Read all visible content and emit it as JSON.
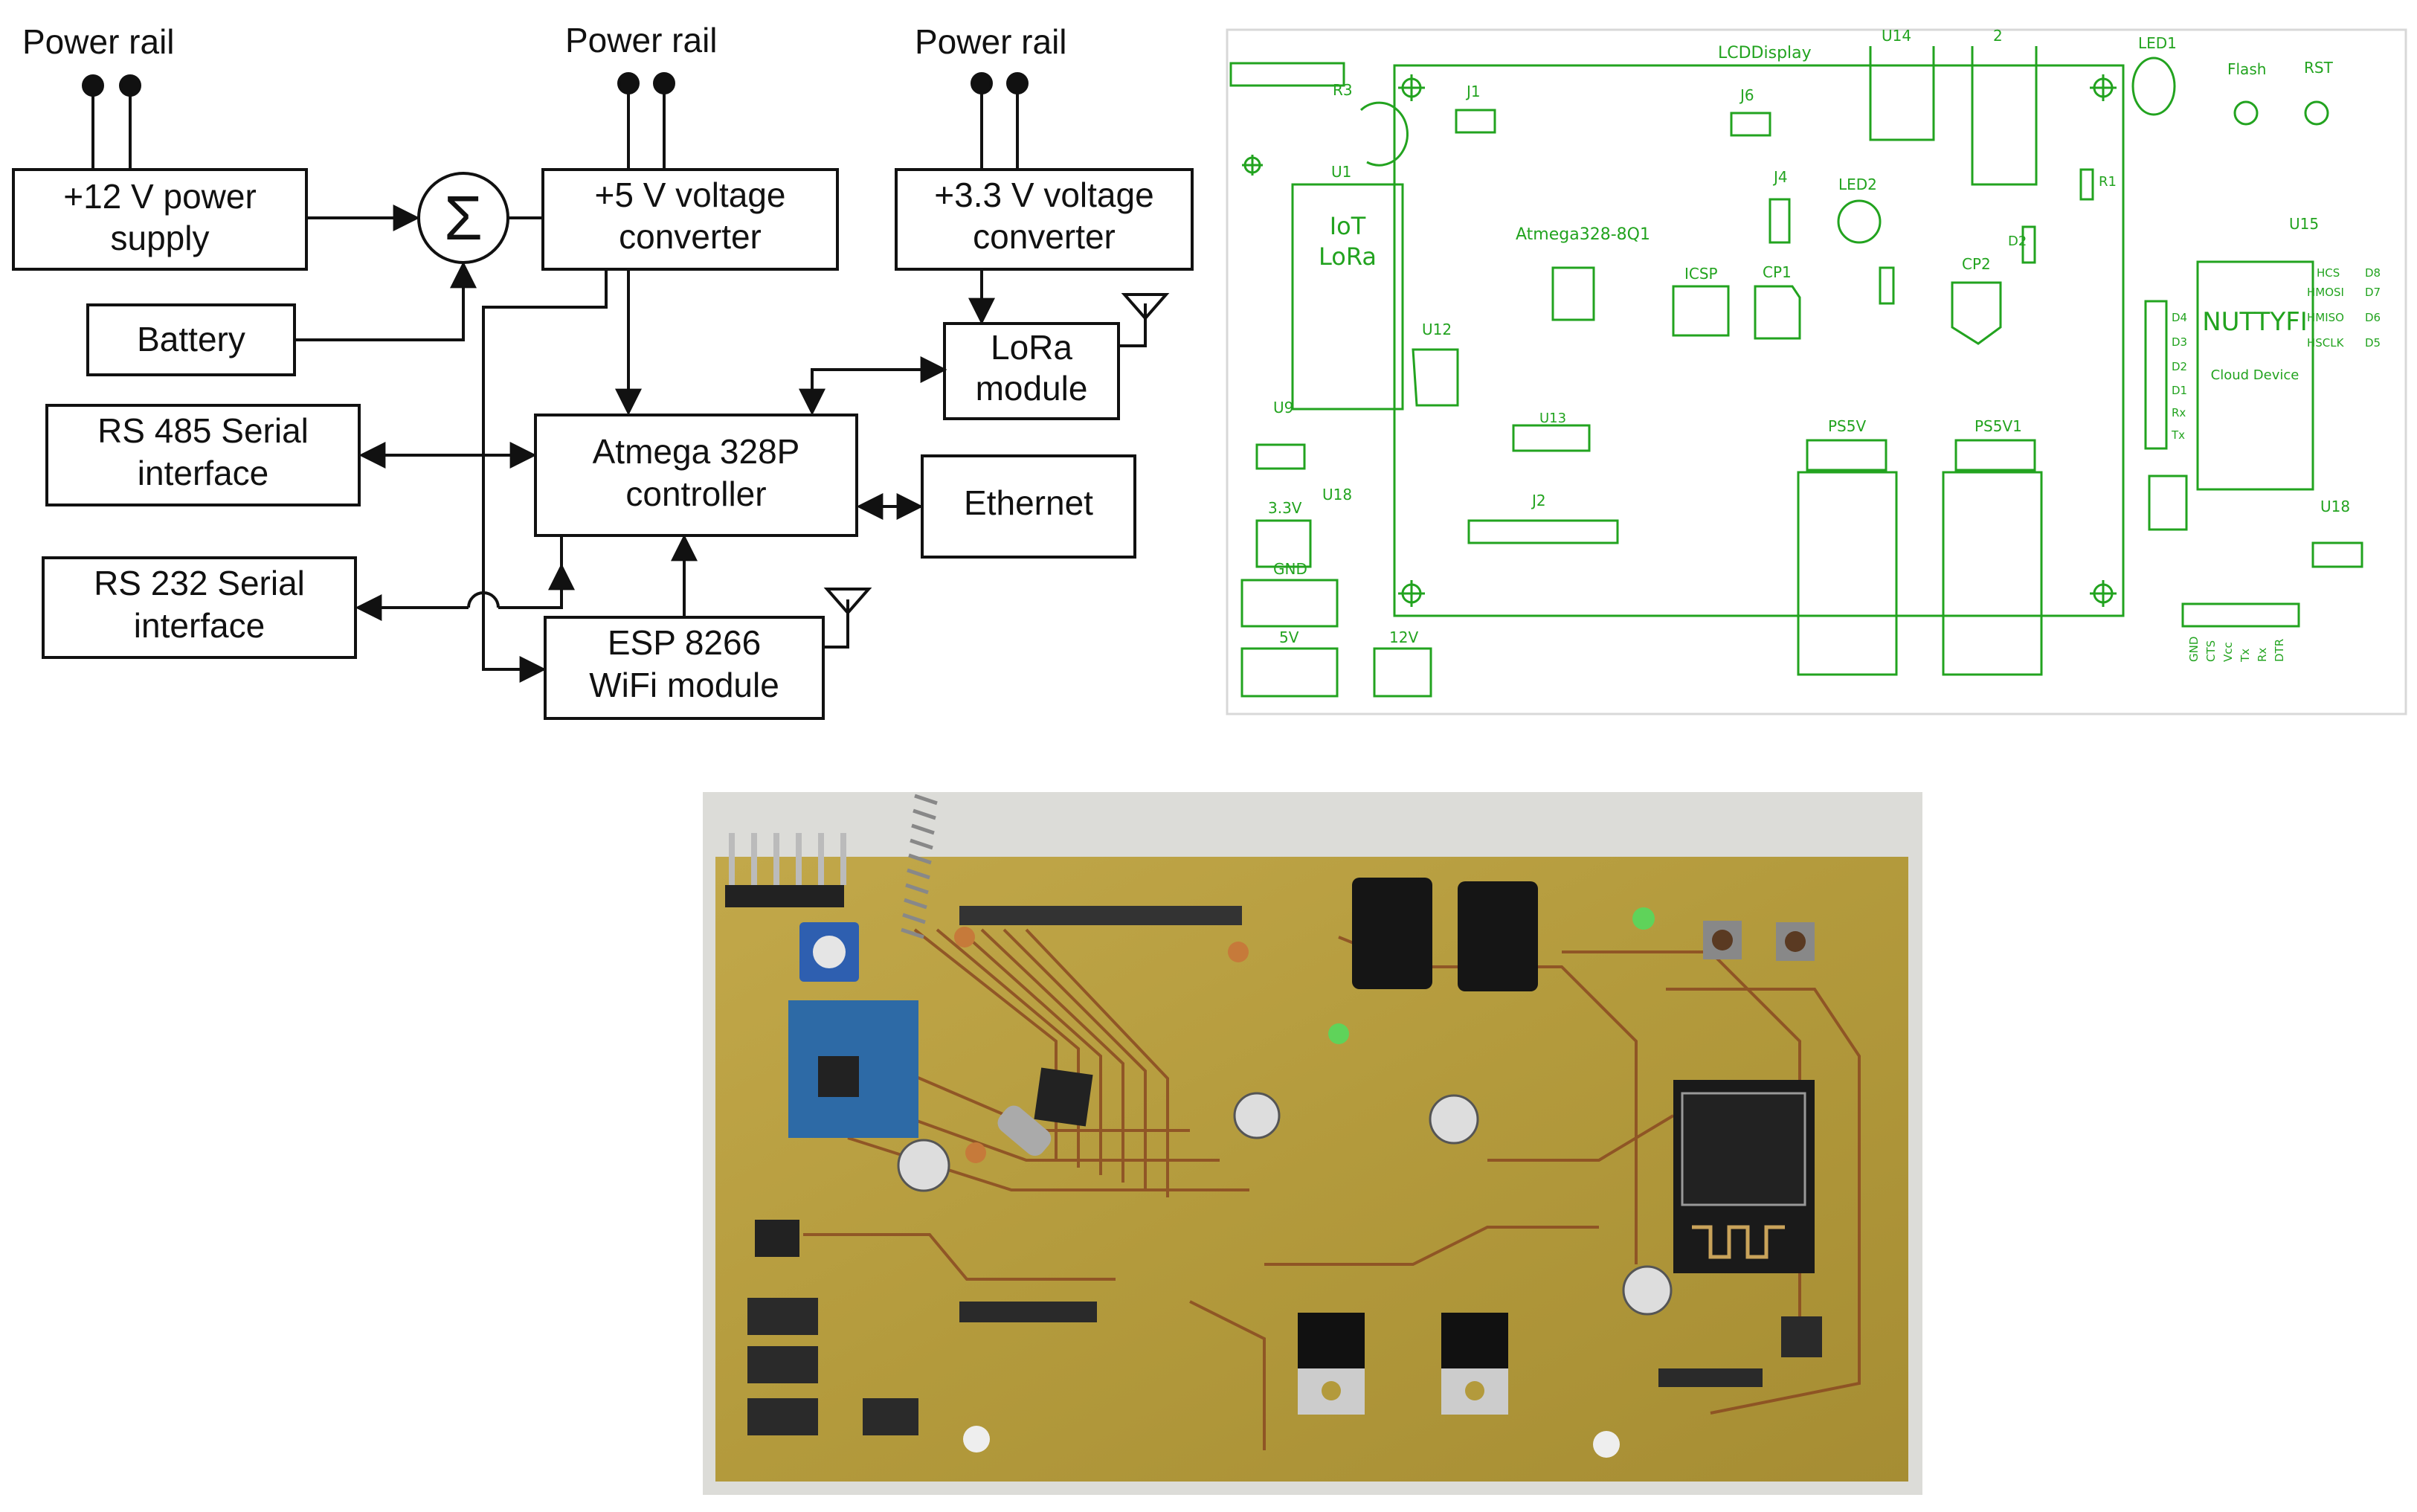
{
  "block_diagram": {
    "power_rail_labels": [
      "Power rail",
      "Power rail",
      "Power rail"
    ],
    "blocks": {
      "power_supply": [
        "+12 V power",
        "supply"
      ],
      "battery": [
        "Battery"
      ],
      "v5_converter": [
        "+5 V voltage",
        "converter"
      ],
      "v33_converter": [
        "+3.3 V voltage",
        "converter"
      ],
      "lora": [
        "LoRa",
        "module"
      ],
      "rs485": [
        "RS 485 Serial",
        "interface"
      ],
      "rs232": [
        "RS 232 Serial",
        "interface"
      ],
      "controller": [
        "Atmega 328P",
        "controller"
      ],
      "ethernet": [
        "Ethernet"
      ],
      "esp": [
        "ESP 8266",
        "WiFi module"
      ]
    },
    "summing_symbol": "Σ"
  },
  "pcb_layout": {
    "labels": {
      "lcd": "LCDDisplay",
      "u14": "U14",
      "two": "2",
      "led1": "LED1",
      "flash": "Flash",
      "rst": "RST",
      "r3": "R3",
      "j1": "J1",
      "j6": "J6",
      "u1": "U1",
      "iot": "IoT",
      "lora": "LoRa",
      "atmega": "Atmega328-8Q1",
      "j4": "J4",
      "led2": "LED2",
      "r1": "R1",
      "d2": "D2",
      "icsp": "ICSP",
      "cp1": "CP1",
      "cp2": "CP2",
      "u15": "U15",
      "nuttyfi": "NUTTYFI",
      "cloud": "Cloud Device",
      "u12": "U12",
      "u9": "U9",
      "u13": "U13",
      "ps5v": "PS5V",
      "ps5v1": "PS5V1",
      "j2": "J2",
      "v33": "3.3V",
      "u18a": "U18",
      "gnd": "GND",
      "v5": "5V",
      "v12": "12V",
      "u18b": "U18"
    },
    "right_pins": [
      "HCS",
      "HMOSI",
      "HMISO",
      "HSCLK"
    ],
    "right_pins2": [
      "D8",
      "D7",
      "D6",
      "D5"
    ],
    "left_pins": [
      "D4",
      "D3",
      "D2",
      "D1",
      "Rx",
      "Tx"
    ],
    "bottom_pins": [
      "GND",
      "CTS",
      "Vcc",
      "Tx",
      "Rx",
      "DTR"
    ]
  },
  "colors": {
    "pcb_trace": "#22a31f",
    "board": "#b39a3c",
    "copper": "#8a4a22"
  }
}
